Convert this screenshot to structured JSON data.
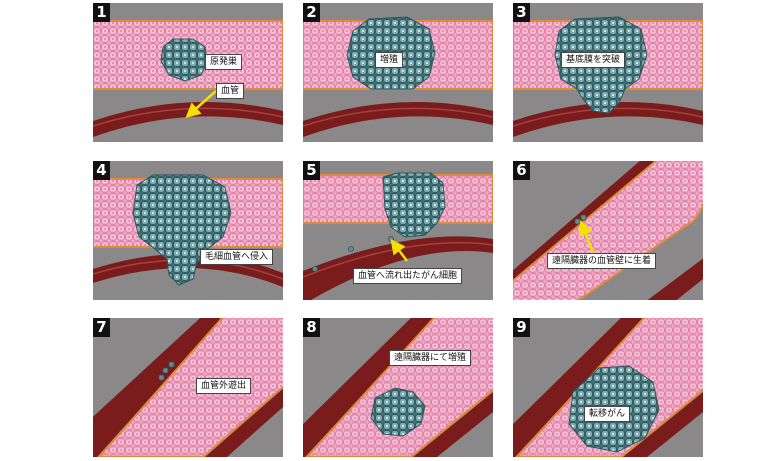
{
  "steps": [
    {
      "number": "1",
      "label": "原発巣",
      "pointer_label": "血管"
    },
    {
      "number": "2",
      "label": "増殖"
    },
    {
      "number": "3",
      "label": "基底膜を突破"
    },
    {
      "number": "4",
      "label": "毛細血管へ侵入"
    },
    {
      "number": "5",
      "label": "血管へ流れ出たがん細胞"
    },
    {
      "number": "6",
      "label": "遠隔臓器の血管壁に生着"
    },
    {
      "number": "7",
      "label": "血管外遊出"
    },
    {
      "number": "8",
      "label": "遠隔臓器にて増殖"
    },
    {
      "number": "9",
      "label": "転移がん"
    }
  ],
  "colors": {
    "background": "#8a8888",
    "tissue": "#f1a6c4",
    "cell_outline": "#d66e98",
    "vessel": "#7a1c1c",
    "membrane": "#e08a3a",
    "tumor": "#5f8e95",
    "arrow": "#f3e000"
  }
}
